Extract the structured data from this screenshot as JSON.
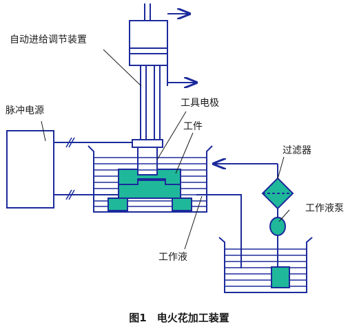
{
  "labels": {
    "feed_device": "自动进给调节装置",
    "power_supply": "脉冲电源",
    "tool_electrode": "工具电极",
    "workpiece": "工件",
    "filter": "过滤器",
    "pump": "工作液泵",
    "working_fluid": "工作液"
  },
  "caption": "图1　电火花加工装置",
  "colors": {
    "line": "#1b2a9b",
    "workpiece_fill": "#1fb89a",
    "tool_fill": "#ffffff"
  }
}
